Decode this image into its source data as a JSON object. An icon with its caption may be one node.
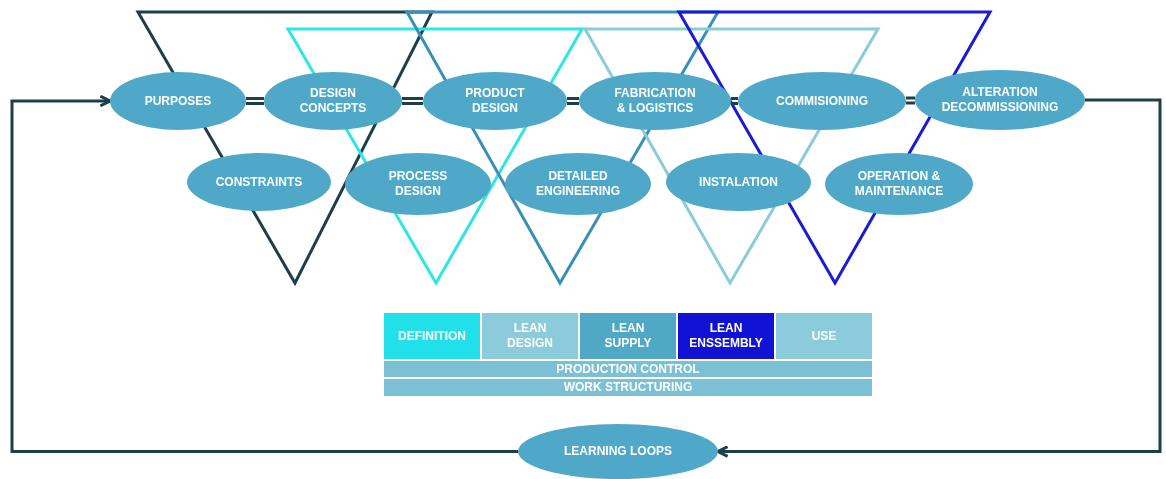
{
  "diagram": {
    "nodes": [
      {
        "text": [
          "PURPOSES"
        ]
      },
      {
        "text": [
          "DESIGN CONCEPTS"
        ]
      },
      {
        "text": [
          "PRODUCT DESIGN"
        ]
      },
      {
        "text": [
          "FABRICATION & LOGISTICS"
        ]
      },
      {
        "text": [
          "COMMISIONING"
        ]
      },
      {
        "text": [
          "ALTERATION DECOMMISSIONING"
        ]
      },
      {
        "text": [
          "CONSTRAINTS"
        ]
      },
      {
        "text": [
          "PROCESS DESIGN"
        ]
      },
      {
        "text": [
          "DETAILED ENGINEERING"
        ]
      },
      {
        "text": [
          "INSTALATION"
        ]
      },
      {
        "text": [
          "OPERATION & MAINTENANCE"
        ]
      },
      {
        "text": [
          "DEFINITION"
        ]
      },
      {
        "text": [
          "LEAN DESIGN"
        ]
      },
      {
        "text": [
          "LEAN SUPPLY"
        ]
      },
      {
        "text": [
          "LEAN ENSSEMBLY"
        ]
      },
      {
        "text": [
          "USE"
        ]
      },
      {
        "text": [
          "PRODUCTION CONTROL"
        ]
      },
      {
        "text": [
          "WORK STRUCTURING"
        ]
      },
      {
        "text": [
          "LEARNING LOOPS"
        ]
      }
    ],
    "edges": [
      {
        "from": 0,
        "to": 1,
        "arrow": "none"
      },
      {
        "from": 1,
        "to": 2,
        "arrow": "none"
      },
      {
        "from": 2,
        "to": 3,
        "arrow": "none"
      },
      {
        "from": 3,
        "to": 4,
        "arrow": "none"
      },
      {
        "from": 4,
        "to": 5,
        "arrow": "none"
      },
      {
        "from": 5,
        "to": 18,
        "arrow": "to"
      },
      {
        "from": 18,
        "to": 0,
        "arrow": "to"
      }
    ]
  }
}
